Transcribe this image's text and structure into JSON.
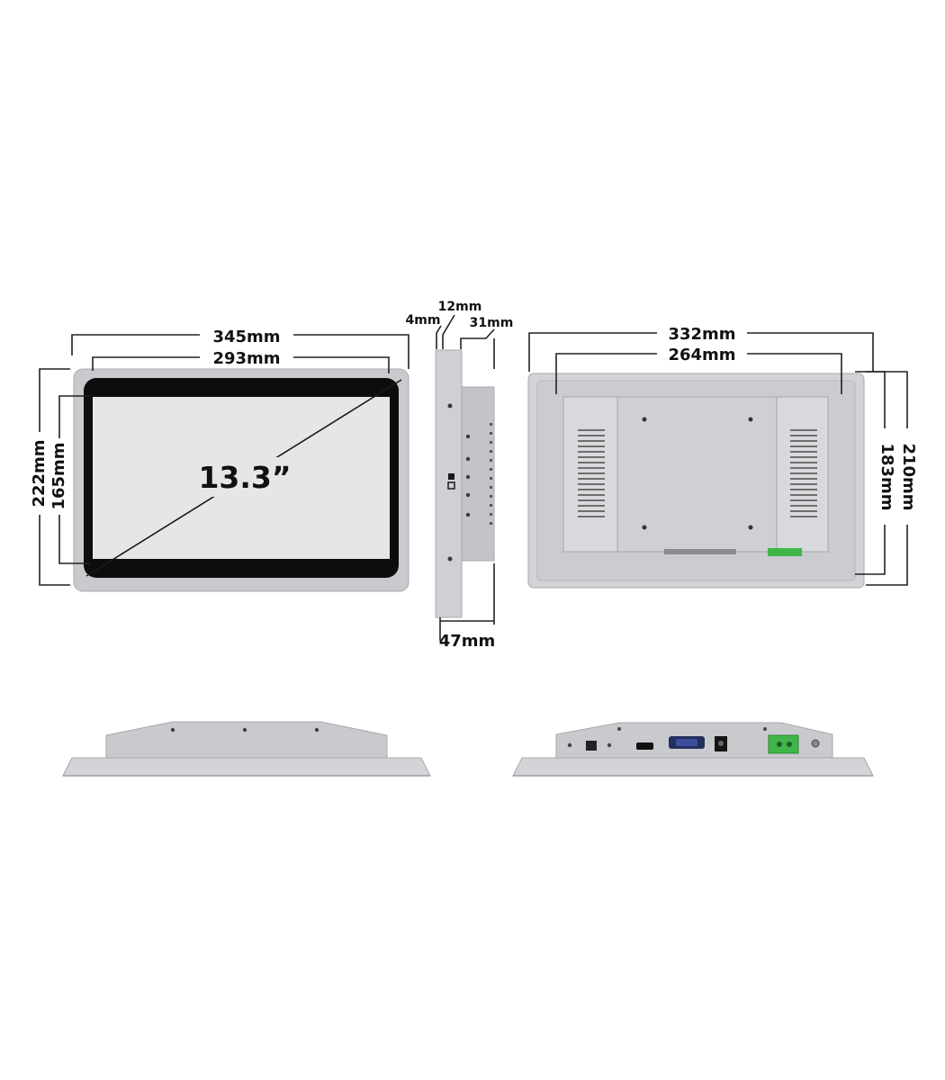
{
  "front_view": {
    "width_outer": "345mm",
    "width_screen": "293mm",
    "height_outer": "222mm",
    "height_screen": "165mm",
    "diagonal": "13.3”"
  },
  "side_view": {
    "bezel": "4mm",
    "panel": "12mm",
    "body": "31mm",
    "depth": "47mm"
  },
  "back_view": {
    "width_outer": "332mm",
    "width_inner": "264mm",
    "height_outer": "210mm",
    "height_inner": "183mm"
  },
  "colors": {
    "bezel": "#c9cacd",
    "screen": "#e6e6e6",
    "black_border": "#0d0d0d",
    "panel_back": "#d6d7da",
    "terminal_green": "#3fb54a"
  }
}
